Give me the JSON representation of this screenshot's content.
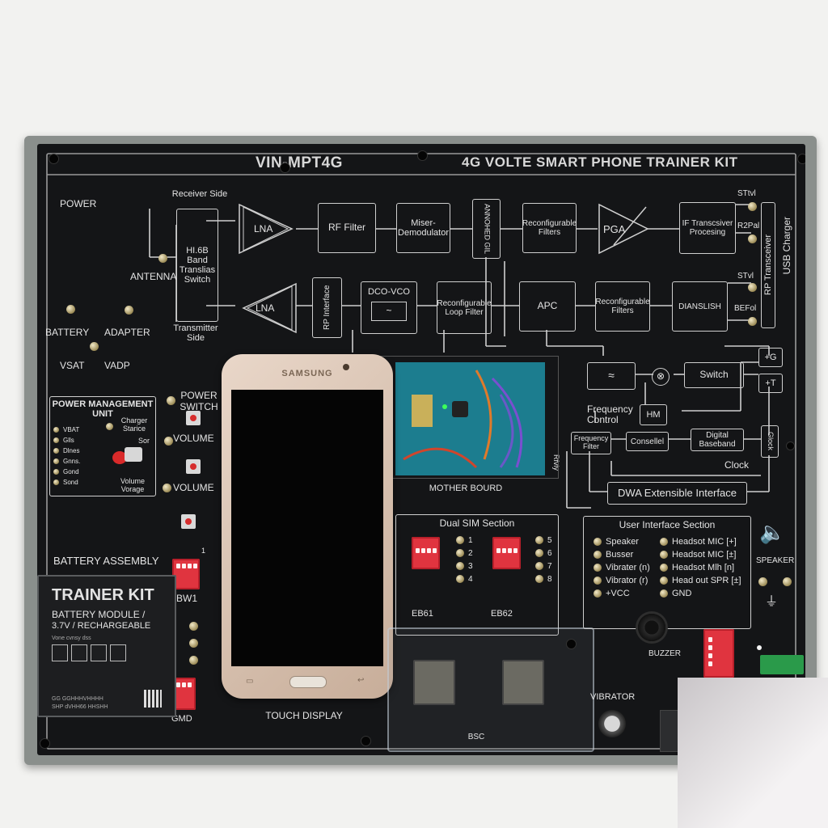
{
  "header": {
    "model": "VIN-MPT4G",
    "title": "4G VOLTE SMART PHONE TRAINER KIT"
  },
  "left_labels": {
    "power": "POWER",
    "antenna": "ANTENNA",
    "battery": "BATTERY",
    "adapter": "ADAPTER",
    "vsat": "VSAT",
    "vadp": "VADP",
    "power_switch": "POWER SWITCH",
    "volume1": "VOLUME",
    "volume2": "VOLUME",
    "battery_assembly": "BATTERY ASSEMBLY",
    "bw1": "BW1",
    "gmd": "GMD",
    "dip_num": "1"
  },
  "pmu": {
    "title": "POWER MANAGEMENT UNIT",
    "items": [
      "VBAT",
      "Glls",
      "Dlnes",
      "Gnns.",
      "Gond",
      "Sond"
    ],
    "charger": "Charger Starice",
    "sor": "Sor",
    "volume": "Volume Vorage"
  },
  "rf_chain": {
    "receiver_side": "Receiver Side",
    "transmitter_side": "Transmitter Side",
    "band_switch": "HI.6B Band Translias Switch",
    "lna_top": "LNA",
    "lna_bottom": "LNA",
    "rf_filter": "RF Filter",
    "mixer": "Miser-Demodulator",
    "vertical_block": "ANNOHED GIL",
    "reconf_filters_top": "Reconfigurable Filters",
    "pga": "PGA",
    "if_block": "IF Transcsiver Procesing",
    "rp_interface": "RP Interface",
    "dco_vco": "DCO-VCO",
    "loop_filter": "Reconfigurable Loop Filter",
    "apc": "APC",
    "reconf_filters_mid": "Reconfigurable Filters",
    "dianslish": "DIANSLISH",
    "rp_transceiver": "RP Transceiver",
    "usb_charger": "USB Charger",
    "st1": "STtvl",
    "r2pa": "R2Pal",
    "st2": "STvl",
    "befo": "BEFol",
    "switch": "Switch",
    "hm": "HM",
    "freq_control": "Frequency Control",
    "freq_filter": "Frequency Filter",
    "consellel": "Consellel",
    "digital_baseband": "Digital Baseband",
    "glock": "Glock",
    "clock": "Clock",
    "dwa": "DWA Extensible Interface",
    "plus_g": "+G",
    "plus_t": "+T",
    "side_vert": "Rfvly"
  },
  "phone": {
    "brand": "SAMSUNG",
    "label": "TOUCH DISPLAY"
  },
  "pcb": {
    "label": "MOTHER BOURD"
  },
  "dual_sim": {
    "title": "Dual SIM Section",
    "left_nums": [
      "1",
      "2",
      "3",
      "4"
    ],
    "right_nums": [
      "5",
      "6",
      "7",
      "8"
    ],
    "eb61": "EB61",
    "eb62": "EB62",
    "bsc": "BSC"
  },
  "ui_section": {
    "title": "User Interface Section",
    "left": [
      "Speaker",
      "Busser",
      "Vibrater (n)",
      "Vibrator (r)",
      "+VCC"
    ],
    "right": [
      "Headsot MIC [+]",
      "Headsot MIC [±]",
      "Headsot Mlh [n]",
      "Head out SPR [±]",
      "GND"
    ],
    "speaker": "SPEAKER",
    "buzzer": "BUZZER",
    "vibrator": "VIBRATOR"
  },
  "battery_module": {
    "title": "TRAINER KIT",
    "sub1": "BATTERY MODULE /",
    "sub2": "3.7V / RECHARGEABLE",
    "fine1": "Vone cvnsy dss",
    "fine2": "GG GGHHHVHHHH",
    "fine3": "SHP dVHH66 HHSHH"
  },
  "colors": {
    "panel": "#141517",
    "frame": "#8a8f8c",
    "dip_red": "#e0343f",
    "pcb": "#1c7d8f",
    "phone_gold": "#d8c1ae"
  }
}
